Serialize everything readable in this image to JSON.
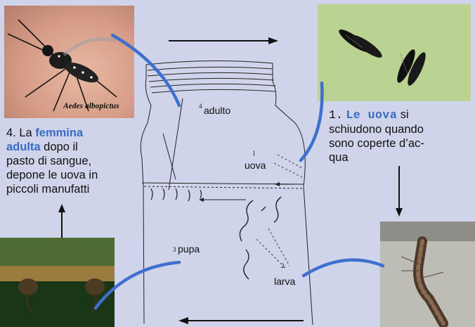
{
  "photos": {
    "adult_credit": "Aedes albopictus"
  },
  "captions": {
    "step1_number": "1.",
    "step1_highlight": "Le uova",
    "step1_text_a": " si",
    "step1_text_b": "schiudono quando",
    "step1_text_c": "sono coperte d’ac-",
    "step1_text_d": "qua",
    "step4_number": "4. La ",
    "step4_highlight_a": "femmina",
    "step4_highlight_b": "adulta",
    "step4_text_a": " dopo il",
    "step4_text_b": "pasto di sangue,",
    "step4_text_c": "depone le uova in",
    "step4_text_d": "piccoli manufatti"
  },
  "drawing_labels": {
    "adult_num": "4",
    "adult": "adulto",
    "eggs_num": "1",
    "eggs": "uova",
    "pupa_num": "3",
    "pupa": "pupa",
    "larva_num": "2.",
    "larva": "larva"
  },
  "colors": {
    "background": "#cfd4ea",
    "highlight": "#3a6bc4",
    "pointer": "#3f6fcf"
  }
}
